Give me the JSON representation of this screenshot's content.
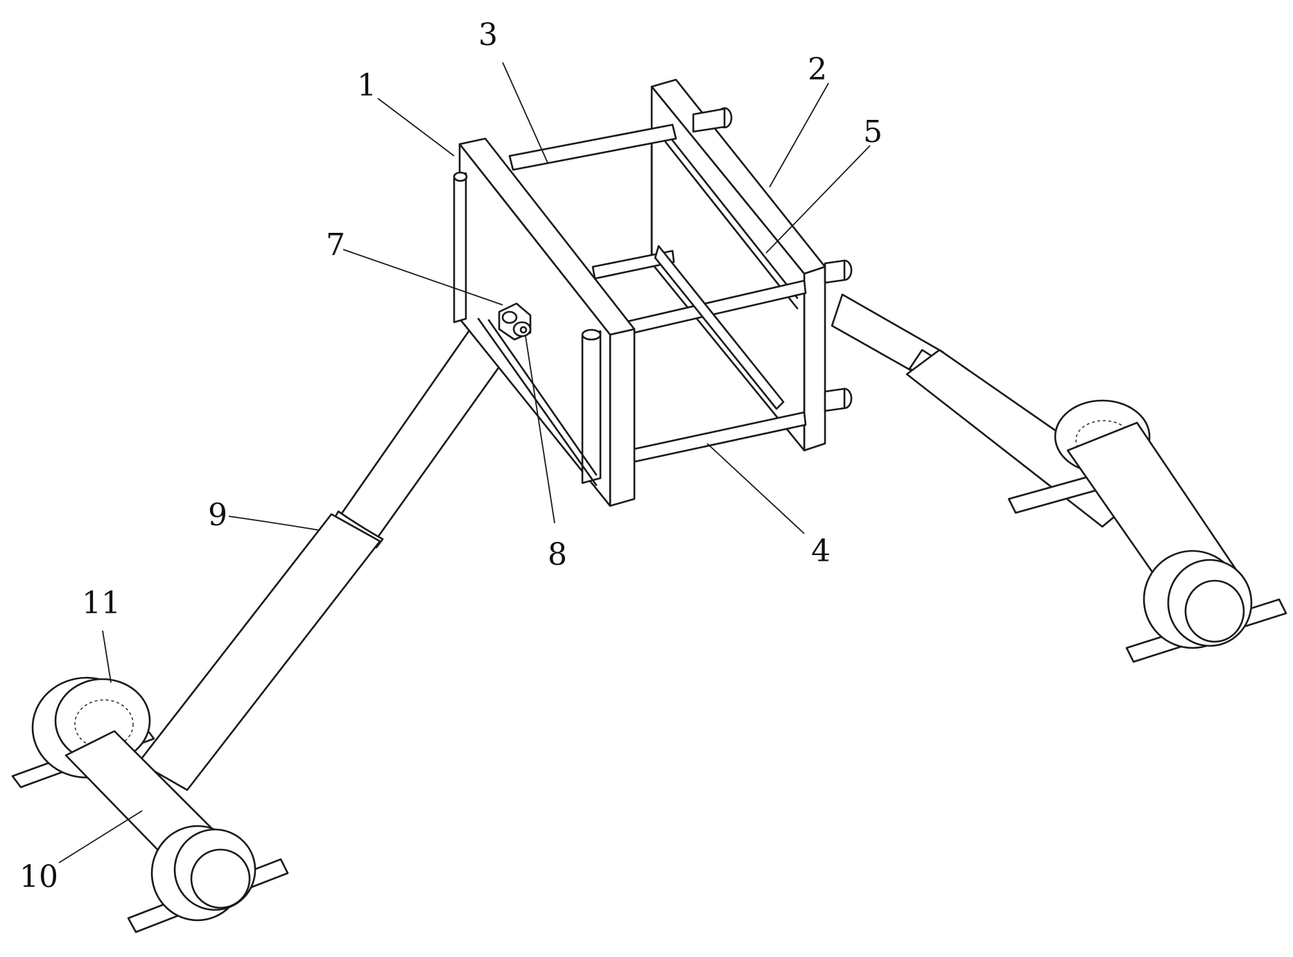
{
  "labels": {
    "l1": "1",
    "l2": "2",
    "l3": "3",
    "l4": "4",
    "l5": "5",
    "l7": "7",
    "l8": "8",
    "l9": "9",
    "l10": "10",
    "l11": "11"
  }
}
